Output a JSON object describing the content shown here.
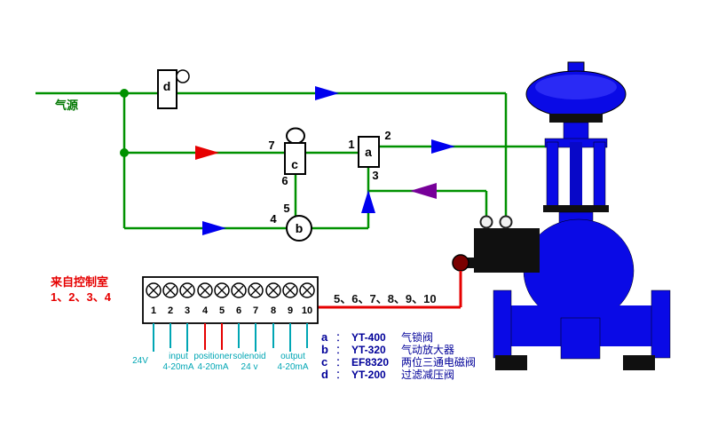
{
  "diagram": {
    "air_source_label": "气源",
    "control_room_label_line1": "来自控制室",
    "control_room_label_line2": "1、2、3、4",
    "terminal_right_label": "5、6、7、8、9、10",
    "components": {
      "a": "a",
      "b": "b",
      "c": "c",
      "d": "d"
    },
    "ports": {
      "p1": "1",
      "p2": "2",
      "p3": "3",
      "p4": "4",
      "p5": "5",
      "p6": "6",
      "p7": "7"
    },
    "terminals": [
      "1",
      "2",
      "3",
      "4",
      "5",
      "6",
      "7",
      "8",
      "9",
      "10"
    ],
    "wire_labels": [
      {
        "line1": "24V",
        "line2": ""
      },
      {
        "line1": "input",
        "line2": "4-20mA"
      },
      {
        "line1": "positioner",
        "line2": "4-20mA"
      },
      {
        "line1": "solenoid",
        "line2": "24 v"
      },
      {
        "line1": "output",
        "line2": "4-20mA"
      }
    ],
    "legend": [
      {
        "key": "a",
        "sep": "：",
        "code": "YT-400",
        "name": "气锁阀"
      },
      {
        "key": "b",
        "sep": "：",
        "code": "YT-320",
        "name": "气动放大器"
      },
      {
        "key": "c",
        "sep": "：",
        "code": "EF8320",
        "name": "两位三通电磁阀"
      },
      {
        "key": "d",
        "sep": "：",
        "code": "YT-200",
        "name": "过滤减压阀"
      }
    ],
    "colors": {
      "pneumatic_green": "#009100",
      "electric_red": "#e60000",
      "flow_blue": "#0000ee",
      "flow_purple": "#770099",
      "valve_blue": "#0a0ae6",
      "wire_cyan": "#00a6b4",
      "legend_navy": "#000099",
      "label_red": "#e60000"
    }
  }
}
